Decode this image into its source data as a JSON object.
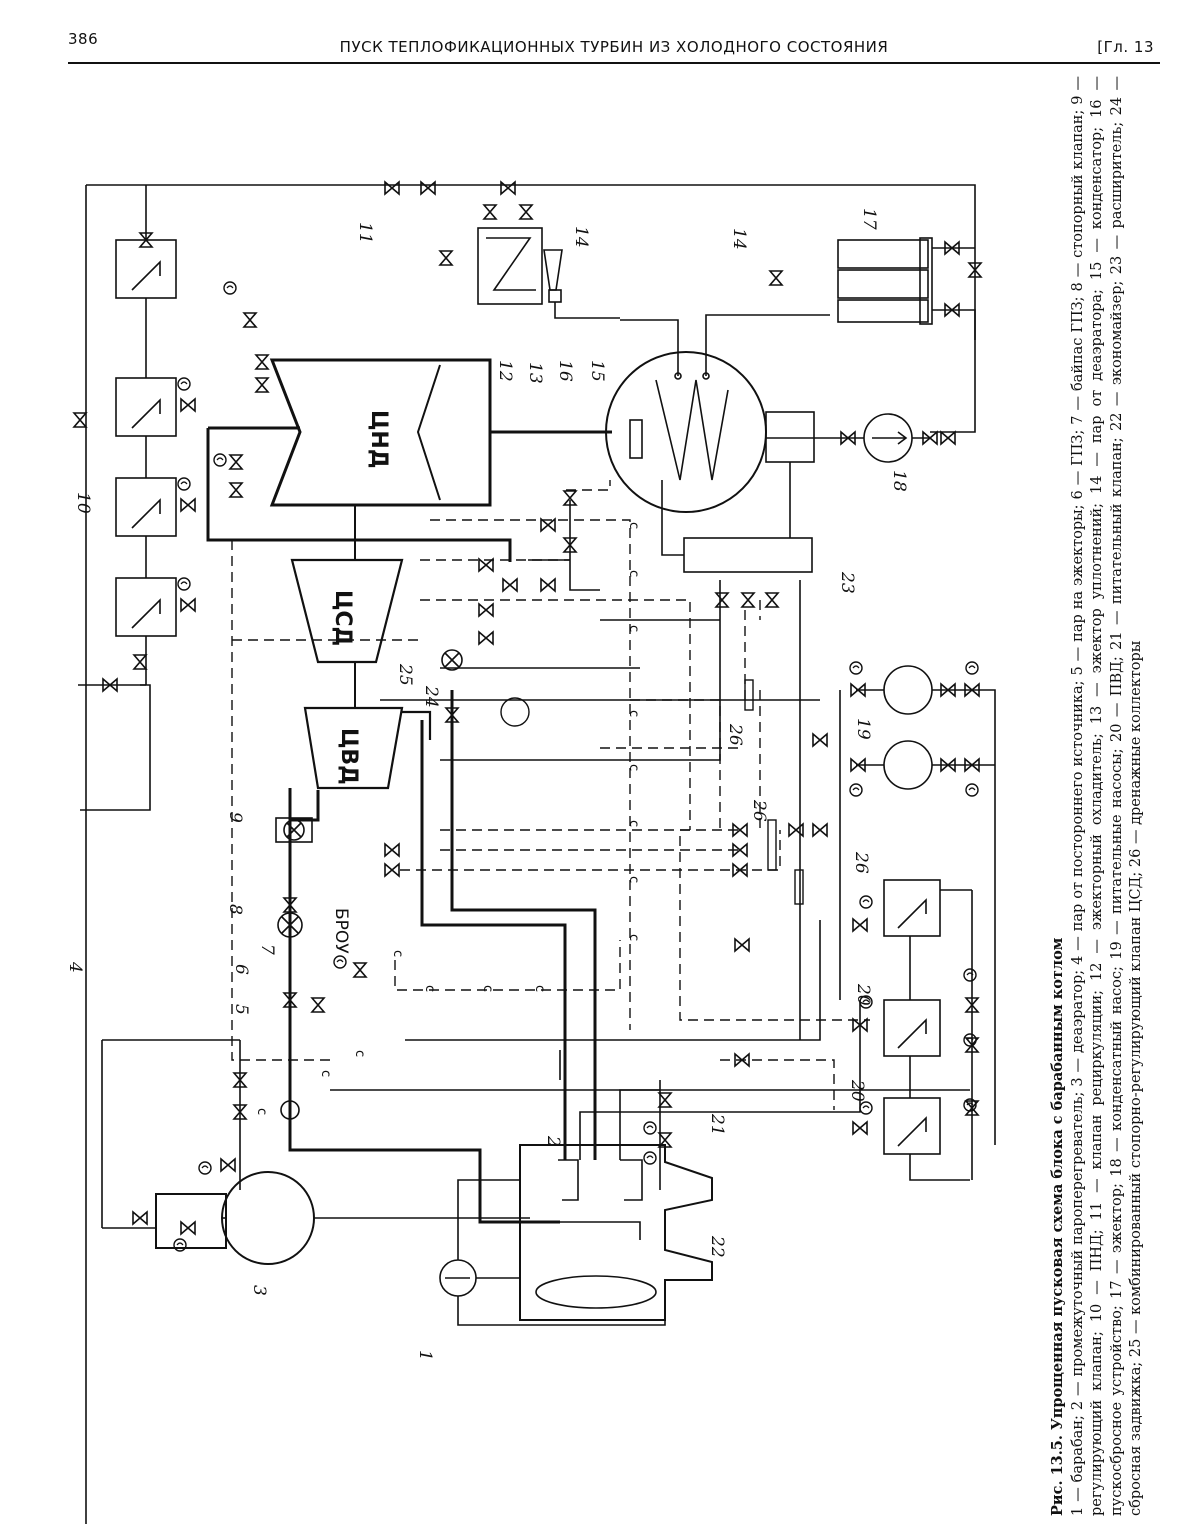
{
  "header": {
    "page_number": "386",
    "running_title": "ПУСК ТЕПЛОФИКАЦИОННЫХ ТУРБИН ИЗ ХОЛОДНОГО СОСТОЯНИЯ",
    "chapter": "[Гл. 13"
  },
  "figure": {
    "blocks": {
      "lp_cylinder": "ЦНД",
      "ip_cylinder": "ЦСД",
      "hp_cylinder": "ЦВД",
      "bypass_device": "БРОУ",
      "condensate_mark": "с"
    },
    "labels": {
      "n1": "1",
      "n2": "2",
      "n3": "3",
      "n4": "4",
      "n5": "5",
      "n6": "6",
      "n7": "7",
      "n8": "8",
      "n9": "9",
      "n10": "10",
      "n11": "11",
      "n12": "12",
      "n13": "13",
      "n14a": "14",
      "n14b": "14",
      "n15": "15",
      "n16": "16",
      "n17": "17",
      "n18": "18",
      "n19": "19",
      "n20a": "20",
      "n20b": "20",
      "n21": "21",
      "n22": "22",
      "n23": "23",
      "n24": "24",
      "n25": "25",
      "n26a": "26",
      "n26b": "26",
      "n26c": "26"
    }
  },
  "caption": {
    "title": "Рис. 13.5. Упрощенная пусковая схема блока с барабанным котлом",
    "body": "1 — барабан; 2 — промежуточный пароперегреватель; 3 — деаэратор; 4 — пар от постороннего источника; 5 — пар на эжекторы; 6 — ГПЗ; 7 — байпас ГПЗ; 8 — стопорный клапан; 9 — регулирующий клапан; 10 — ПНД; 11 — клапан рециркуляции; 12 — эжекторный охладитель; 13 — эжектор уплотнений; 14 — пар от деаэратора; 15 — конденсатор; 16 — пускосбросное устройство; 17 — эжектор; 18 — конденсатный насос; 19 — питательные насосы; 20 — ПВД; 21 — питательный клапан; 22 — экономайзер; 23 — расширитель; 24 — сбросная задвижка; 25 — комбинированный стопорно-регулирующий клапан ЦСД; 26 — дренажные коллекторы"
  }
}
